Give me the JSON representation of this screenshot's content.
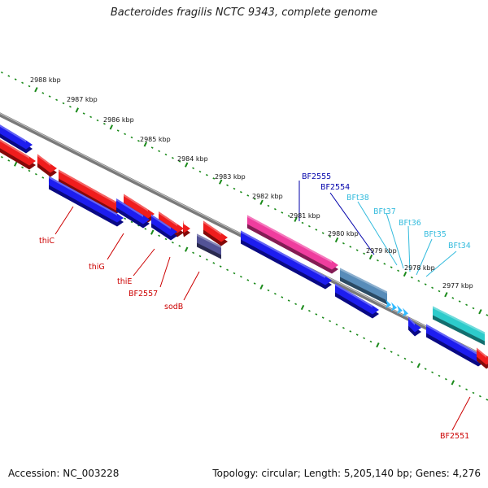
{
  "title": "Bacteroides fragilis NCTC 9343, complete genome",
  "footer": {
    "accession": "Accession: NC_003228",
    "summary": "Topology: circular; Length: 5,205,140 bp; Genes: 4,276"
  },
  "colors": {
    "backbone": "#8a8a8a",
    "tick": "#1a8a1a",
    "gene_red": "#ee1111",
    "gene_blue": "#1111ee",
    "gene_pink": "#ee3399",
    "gene_steel": "#4f86b5",
    "gene_slate": "#4a4a90",
    "gene_teal": "#22c8c8",
    "gene_light_blue": "#33bbff",
    "label_red": "#cc0000",
    "label_navy": "#0000aa",
    "label_cyan": "#33bbdd"
  },
  "ticks": [
    "2988 kbp",
    "2987 kbp",
    "2986 kbp",
    "2985 kbp",
    "2984 kbp",
    "2983 kbp",
    "2982 kbp",
    "2981 kbp",
    "2980 kbp",
    "2979 kbp",
    "2978 kbp",
    "2977 kbp"
  ],
  "labels": {
    "thiC": "thiC",
    "thiG": "thiG",
    "thiE": "thiE",
    "BF2557": "BF2557",
    "sodB": "sodB",
    "BF2555": "BF2555",
    "BF2554": "BF2554",
    "BFt38": "BFt38",
    "BFt37": "BFt37",
    "BFt36": "BFt36",
    "BFt35": "BFt35",
    "BFt34": "BFt34",
    "BF2551": "BF2551"
  }
}
